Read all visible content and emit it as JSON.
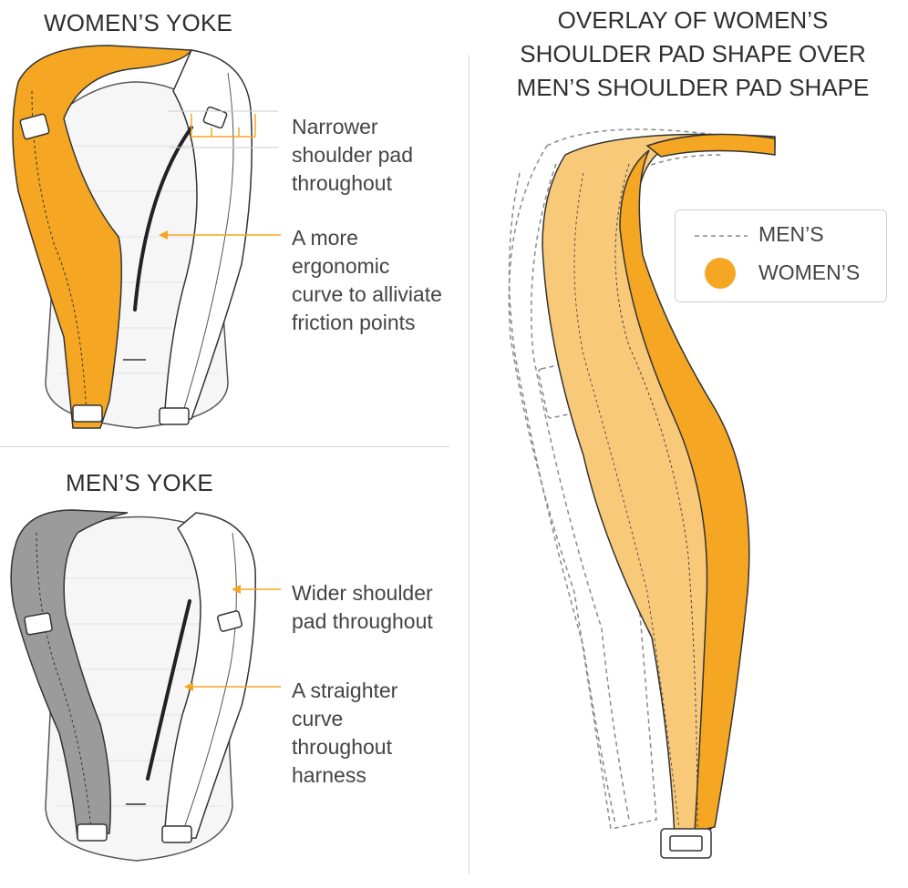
{
  "panels": {
    "women": {
      "title": "WOMEN’S YOKE",
      "callouts": [
        {
          "lines": [
            "Narrower",
            "shoulder pad",
            "throughout"
          ]
        },
        {
          "lines": [
            "A more",
            "ergonomic",
            "curve to alliviate",
            "friction points"
          ]
        }
      ]
    },
    "men": {
      "title": "MEN’S YOKE",
      "callouts": [
        {
          "lines": [
            "Wider shoulder",
            "pad throughout"
          ]
        },
        {
          "lines": [
            "A straighter",
            "curve",
            "throughout",
            "harness"
          ]
        }
      ]
    },
    "overlay": {
      "title_lines": [
        "OVERLAY OF WOMEN’S",
        "SHOULDER PAD SHAPE OVER",
        "MEN’S SHOULDER PAD SHAPE"
      ],
      "legend": [
        {
          "label": "MEN’S",
          "style": "dashed-line",
          "color": "#888888"
        },
        {
          "label": "WOMEN’S",
          "style": "filled-circle",
          "color": "#F5A623"
        }
      ]
    }
  },
  "colors": {
    "accent": "#F5A623",
    "accent_light": "#F9C97A",
    "men_pad": "#9b9b9b",
    "outline": "#333333",
    "divider": "#d6d6d6"
  }
}
